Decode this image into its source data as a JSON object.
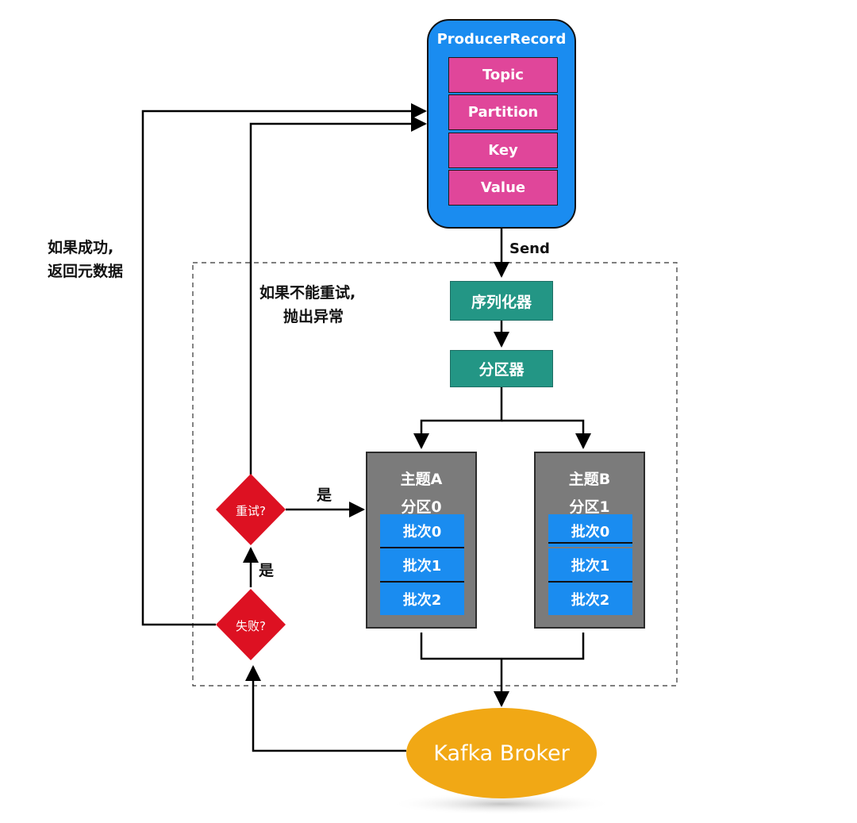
{
  "producer_record": {
    "title": "ProducerRecord",
    "fields": [
      "Topic",
      "Partition",
      "Key",
      "Value"
    ]
  },
  "send_label": "Send",
  "serializer_label": "序列化器",
  "partitioner_label": "分区器",
  "topic_a": {
    "title": "主题A",
    "partition": "分区0",
    "batches": [
      "批次0",
      "批次1",
      "批次2"
    ]
  },
  "topic_b": {
    "title": "主题B",
    "partition": "分区1",
    "batches": [
      "批次0",
      "批次1",
      "批次2"
    ]
  },
  "retry_label": "重试?",
  "fail_label": "失败?",
  "yes_label_retry": "是",
  "yes_label_fail": "是",
  "success_note": [
    "如果成功,",
    "返回元数据"
  ],
  "no_retry_note": [
    "如果不能重试,",
    "抛出异常"
  ],
  "broker_label": "Kafka Broker",
  "colors": {
    "record_blue": "#1a8cf0",
    "field_pink": "#e0469a",
    "teal": "#239685",
    "topic_gray": "#7b7b7b",
    "decision_red": "#dd1122",
    "broker_orange": "#f1a815"
  }
}
